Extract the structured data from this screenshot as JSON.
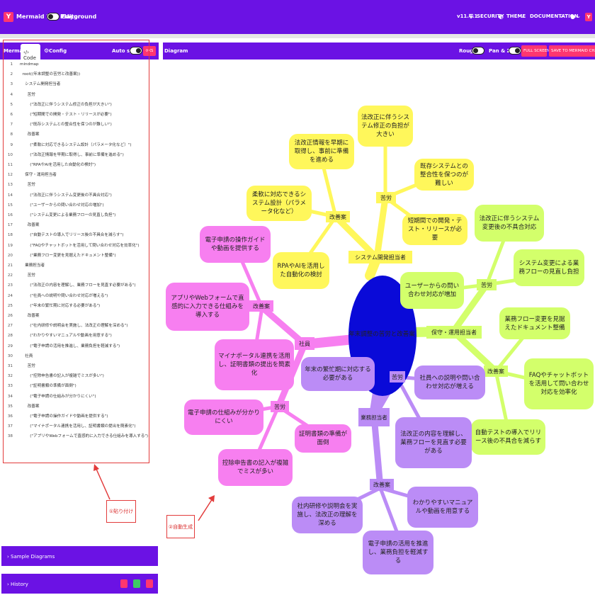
{
  "topbar": {
    "logo": "Y",
    "app_title": "Mermaid Live Editor",
    "playground": "Playground",
    "version": "v11.4.1",
    "security": "SECURITY",
    "theme": "THEME",
    "documentation": "DOCUMENTATION"
  },
  "left": {
    "title": "Mermaid",
    "code_tab": "Code",
    "config_tab": "Config",
    "auto_sync": "Auto sync",
    "code_lines": [
      "mindmap",
      "  root((年末調整の苦労と改善案))",
      "    システム開発担当者",
      "      苦労",
      "        (\"法改正に伴うシステム修正の負担が大きい\")",
      "        (\"短期間での開発・テスト・リリースが必要\")",
      "        (\"既存システムとの整合性を保つのが難しい\")",
      "      改善案",
      "        (\"柔軟に対応できるシステム設計（パラメータ化など）\")",
      "        (\"法改正情報を早期に取得し、事前に準備を進める\")",
      "        (\"RPAやAIを活用した自動化の検討\")",
      "    保守・運用担当者",
      "      苦労",
      "        (\"法改正に伴うシステム変更後の不具合対応\")",
      "        (\"ユーザーからの問い合わせ対応の増加\")",
      "        (\"システム変更による業務フローの見直し負担\")",
      "      改善案",
      "        (\"自動テストの導入でリリース後の不具合を減らす\")",
      "        (\"FAQやチャットボットを活用して問い合わせ対応を効率化\")",
      "        (\"業務フロー変更を見据えたドキュメント整備\")",
      "    業務担当者",
      "      苦労",
      "        (\"法改正の内容を理解し、業務フローを見直す必要がある\")",
      "        (\"社員への説明や問い合わせ対応が増える\")",
      "        (\"年末の繁忙期に対応する必要がある\")",
      "      改善案",
      "        (\"社内研修や説明会を実施し、法改正の理解を深める\")",
      "        (\"わかりやすいマニュアルや動画を用意する\")",
      "        (\"電子申請の活用を推進し、業務負担を軽減する\")",
      "    社員",
      "      苦労",
      "        (\"控除申告書の記入が複雑でミスが多い\")",
      "        (\"証明書類の準備が面倒\")",
      "        (\"電子申請の仕組みが分かりにくい\")",
      "      改善案",
      "        (\"電子申請の操作ガイドや動画を提供する\")",
      "        (\"マイナポータル連携を活用し、証明書類の提出を簡素化\")",
      "        (\"アプリやWebフォームで直感的に入力できる仕組みを導入する\")"
    ],
    "callout_paste": "①貼り付け",
    "sample_diagrams": "Sample Diagrams",
    "history": "History"
  },
  "right": {
    "title": "Diagram",
    "rough": "Rough",
    "pan_zoom": "Pan & Zoom",
    "full_screen": "FULL SCREEN",
    "save": "SAVE TO MERMAID CHART",
    "callout_auto": "②自動生成"
  },
  "mindmap": {
    "root": "年末調整の苦労と改善案",
    "dev": {
      "label": "システム開発担当者",
      "hardship": "苦労",
      "improve": "改善案",
      "h": [
        "法改正に伴うシステム修正の負担が大きい",
        "既存システムとの整合性を保つのが難しい",
        "短期間での開発・テスト・リリースが必要"
      ],
      "i": [
        "法改正情報を早期に取得し、事前に準備を進める",
        "柔軟に対応できるシステム設計（パラメータ化など）",
        "RPAやAIを活用した自動化の検討"
      ]
    },
    "ops": {
      "label": "保守・運用担当者",
      "hardship": "苦労",
      "improve": "改善案",
      "h": [
        "法改正に伴うシステム変更後の不具合対応",
        "システム変更による業務フローの見直し負担",
        "ユーザーからの問い合わせ対応が増加"
      ],
      "i": [
        "業務フロー変更を見据えたドキュメント整備",
        "FAQやチャットボットを活用して問い合わせ対応を効率化",
        "自動テストの導入でリリース後の不具合を減らす"
      ]
    },
    "biz": {
      "label": "業務担当者",
      "hardship": "苦労",
      "improve": "改善案",
      "h": [
        "年末の繁忙期に対応する必要がある",
        "社員への説明や問い合わせ対応が増える",
        "法改正の内容を理解し、業務フローを見直す必要がある"
      ],
      "i": [
        "社内研修や説明会を実施し、法改正の理解を深める",
        "わかりやすいマニュアルや動画を用意する",
        "電子申請の活用を推進し、業務負担を軽減する"
      ]
    },
    "emp": {
      "label": "社員",
      "hardship": "苦労",
      "improve": "改善案",
      "h": [
        "電子申請の仕組みが分かりにくい",
        "証明書類の準備が面倒",
        "控除申告書の記入が複雑でミスが多い"
      ],
      "i": [
        "電子申請の操作ガイドや動画を提供する",
        "アプリやWebフォームで直感的に入力できる仕組みを導入する",
        "マイナポータル連携を活用し、証明書類の提出を簡素化"
      ]
    },
    "colors": {
      "dev": "#fff75b",
      "ops": "#d3ff6b",
      "biz": "#bb8cf6",
      "emp": "#f77ff0",
      "root": "#0a0ad8"
    }
  }
}
